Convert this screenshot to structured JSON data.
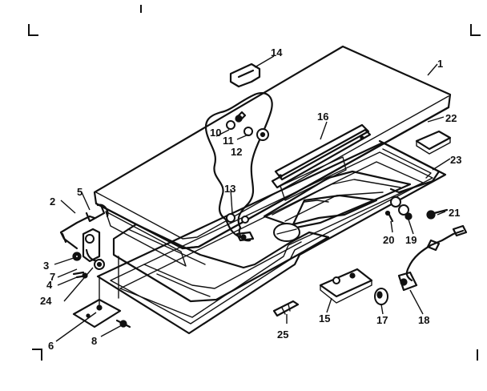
{
  "callouts": {
    "c1": "1",
    "c2": "2",
    "c3": "3",
    "c4": "4",
    "c5": "5",
    "c6": "6",
    "c7": "7",
    "c8": "8",
    "c10": "10",
    "c11": "11",
    "c12": "12",
    "c13": "13",
    "c14": "14",
    "c15": "15",
    "c16": "16",
    "c17": "17",
    "c18": "18",
    "c19": "19",
    "c20": "20",
    "c21": "21",
    "c22": "22",
    "c23": "23",
    "c24": "24",
    "c25": "25"
  }
}
